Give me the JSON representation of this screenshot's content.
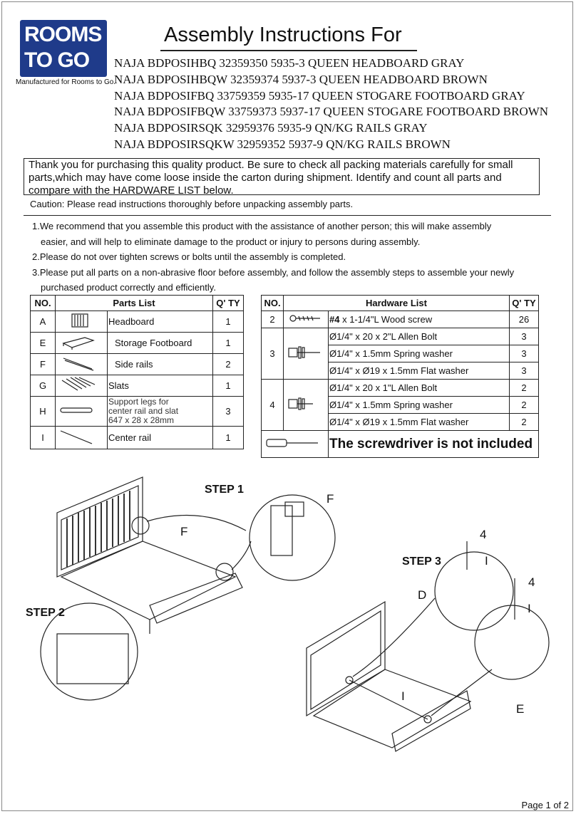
{
  "brand": {
    "line1": "ROOMS",
    "line2": "TO GO",
    "tagline": "Manufactured for Rooms to Go."
  },
  "title": "Assembly Instructions For",
  "models": [
    "NAJA BDPOSIHBQ 32359350 5935-3 QUEEN HEADBOARD GRAY",
    "NAJA BDPOSIHBQW 32359374 5937-3 QUEEN HEADBOARD BROWN",
    "NAJA BDPOSIFBQ 33759359 5935-17 QUEEN STOGARE FOOTBOARD GRAY",
    "NAJA BDPOSIFBQW 33759373 5937-17 QUEEN STOGARE FOOTBOARD BROWN",
    "NAJA BDPOSIRSQK 32959376 5935-9 QN/KG RAILS GRAY",
    "NAJA BDPOSIRSQKW 32959352 5937-9 QN/KG RAILS BROWN"
  ],
  "intro": {
    "line1": "Thank you for purchasing this quality product.  Be sure to check all packing materials carefully for small",
    "line2": " parts,which may have come loose inside the carton during shipment.  Identify and count all parts and",
    "line3": "compare with the HARDWARE LIST below."
  },
  "caution": "Caution: Please read instructions thoroughly before unpacking assembly parts.",
  "notes": {
    "n1a": "1.We recommend that you assemble this product with the assistance of another person; this will make assembly",
    "n1b": "easier, and will help to eliminate damage to the product or injury to persons during assembly.",
    "n2": "2.Please do not over tighten screws or bolts until the assembly is completed.",
    "n3a": "3.Please put all parts on a non-abrasive floor before assembly, and follow the assembly steps to assemble your newly",
    "n3b": "purchased product correctly and efficiently."
  },
  "parts_table": {
    "headers": [
      "NO.",
      "Parts List",
      "Q' TY"
    ],
    "rows": [
      {
        "no": "A",
        "name": "Headboard",
        "qty": "1",
        "icon": "headboard-icon"
      },
      {
        "no": "E",
        "name": "Storage Footboard",
        "qty": "1",
        "icon": "footboard-icon"
      },
      {
        "no": "F",
        "name": "Side rails",
        "qty": "2",
        "icon": "side-rail-icon"
      },
      {
        "no": "G",
        "name": "Slats",
        "qty": "1",
        "icon": "slats-icon"
      },
      {
        "no": "H",
        "name": "Support legs for",
        "name2": "center rail and slat",
        "name3": "647 x 28 x 28mm",
        "qty": "3",
        "icon": "support-leg-icon"
      },
      {
        "no": "I",
        "name": "Center rail",
        "qty": "1",
        "icon": "center-rail-icon"
      }
    ]
  },
  "hardware_table": {
    "headers": [
      "NO.",
      "Hardware List",
      "Q' TY"
    ],
    "rows": [
      {
        "no": "2",
        "name_bold": "#4",
        "name": " x 1-1/4\"L  Wood screw",
        "qty": "26"
      },
      {
        "no": "3",
        "name": "Ø1/4\" x 20 x 2\"L Allen Bolt",
        "qty": "3"
      },
      {
        "no": "",
        "name": "Ø1/4\" x 1.5mm Spring washer",
        "qty": "3"
      },
      {
        "no": "",
        "name": "Ø1/4\" x Ø19 x 1.5mm Flat washer",
        "qty": "3"
      },
      {
        "no": "4",
        "name": "Ø1/4\" x 20 x 1\"L Allen Bolt",
        "qty": "2"
      },
      {
        "no": "",
        "name": "Ø1/4\" x 1.5mm Spring washer",
        "qty": "2"
      },
      {
        "no": "",
        "name": "Ø1/4\" x Ø19 x 1.5mm Flat washer",
        "qty": "2"
      }
    ],
    "screwdriver_note": "The screwdriver is not included"
  },
  "steps": {
    "step1": "STEP 1",
    "step2": "STEP 2",
    "step3": "STEP 3"
  },
  "callouts": {
    "f1": "F",
    "f2": "F",
    "four1": "4",
    "four2": "4",
    "i1": "I",
    "i2": "I",
    "i3": "I",
    "d": "D",
    "e": "E"
  },
  "page": "Page 1 of 2",
  "colors": {
    "logo_bg": "#1f3b8a",
    "text": "#111111"
  }
}
